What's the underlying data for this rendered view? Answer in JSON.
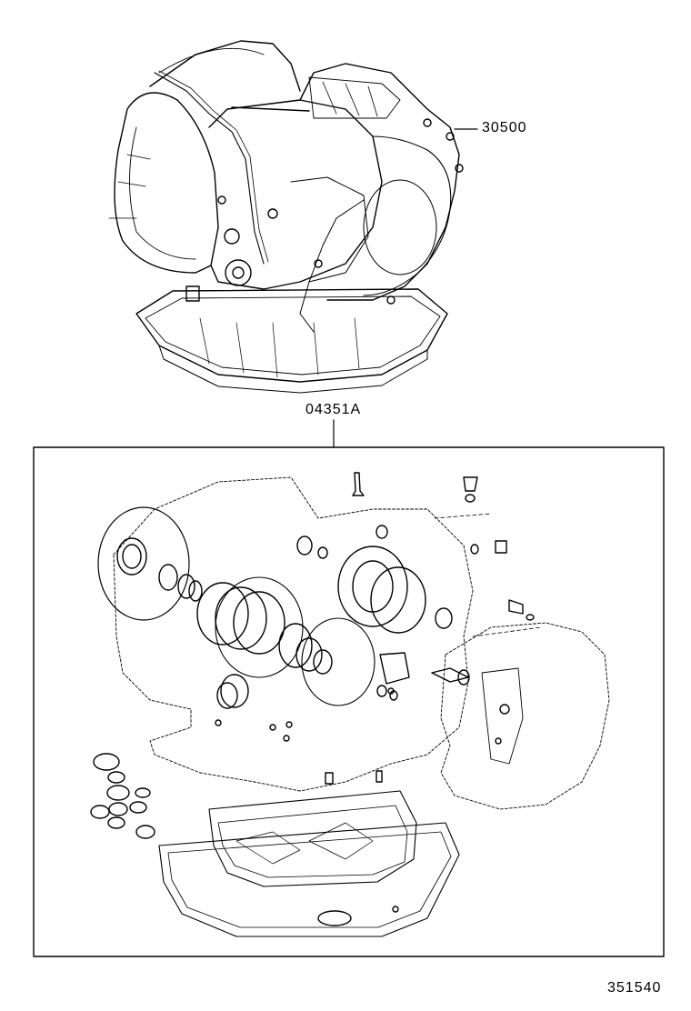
{
  "labels": {
    "part_transaxle": "30500",
    "part_overhaul_kit": "04351A",
    "figure_number": "351540"
  }
}
